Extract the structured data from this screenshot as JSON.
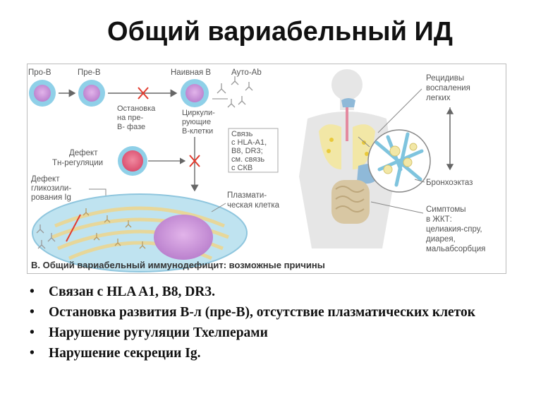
{
  "title": "Общий вариабельный ИД",
  "figure": {
    "caption": "B. Общий вариабельный иммунодефицит: возможные причины",
    "labels": {
      "pro_b": "Про-В",
      "pre_b": "Пре-В",
      "naive_b": "Наивная В",
      "auto_ab": "Ауто-Аb",
      "arrest": [
        "Остановка",
        "на пре-",
        "В- фазе"
      ],
      "circulating": [
        "Циркули-",
        "рующие",
        "В-клетки"
      ],
      "hla_link": [
        "Связь",
        "с HLA-A1,",
        "B8, DR3;",
        "см. связь",
        "с СКВ"
      ],
      "th_defect": [
        "Дефект",
        "Tн-регуляции"
      ],
      "glyco_defect": [
        "Дефект",
        "гликозили-",
        "рования Ig"
      ],
      "plasma_cell": [
        "Плазмати-",
        "ческая клетка"
      ],
      "pneumonia": [
        "Рецидивы",
        "воспаления",
        "легких"
      ],
      "bronchiectasis": "Бронхоэктаз",
      "gi_symptoms": [
        "Симптомы",
        "в ЖКТ:",
        "целиакия-спру,",
        "диарея,",
        "мальабсорбция"
      ]
    },
    "colors": {
      "cell_ring": "#8fd0e8",
      "nucleus": "#c98fd6",
      "red_cell": "#e0607a",
      "arrow_x": "#e23b2e",
      "body": "#e6e6e6",
      "highlight": "#f3e28a"
    }
  },
  "bullets": [
    "Связан с HLA A1, B8, DR3.",
    "Остановка развития В-л (пре-В), отсутствие плазматических клеток",
    "Нарушение ругуляции Тхелперами",
    "Нарушение секреции Ig."
  ],
  "bullet_char": "•"
}
